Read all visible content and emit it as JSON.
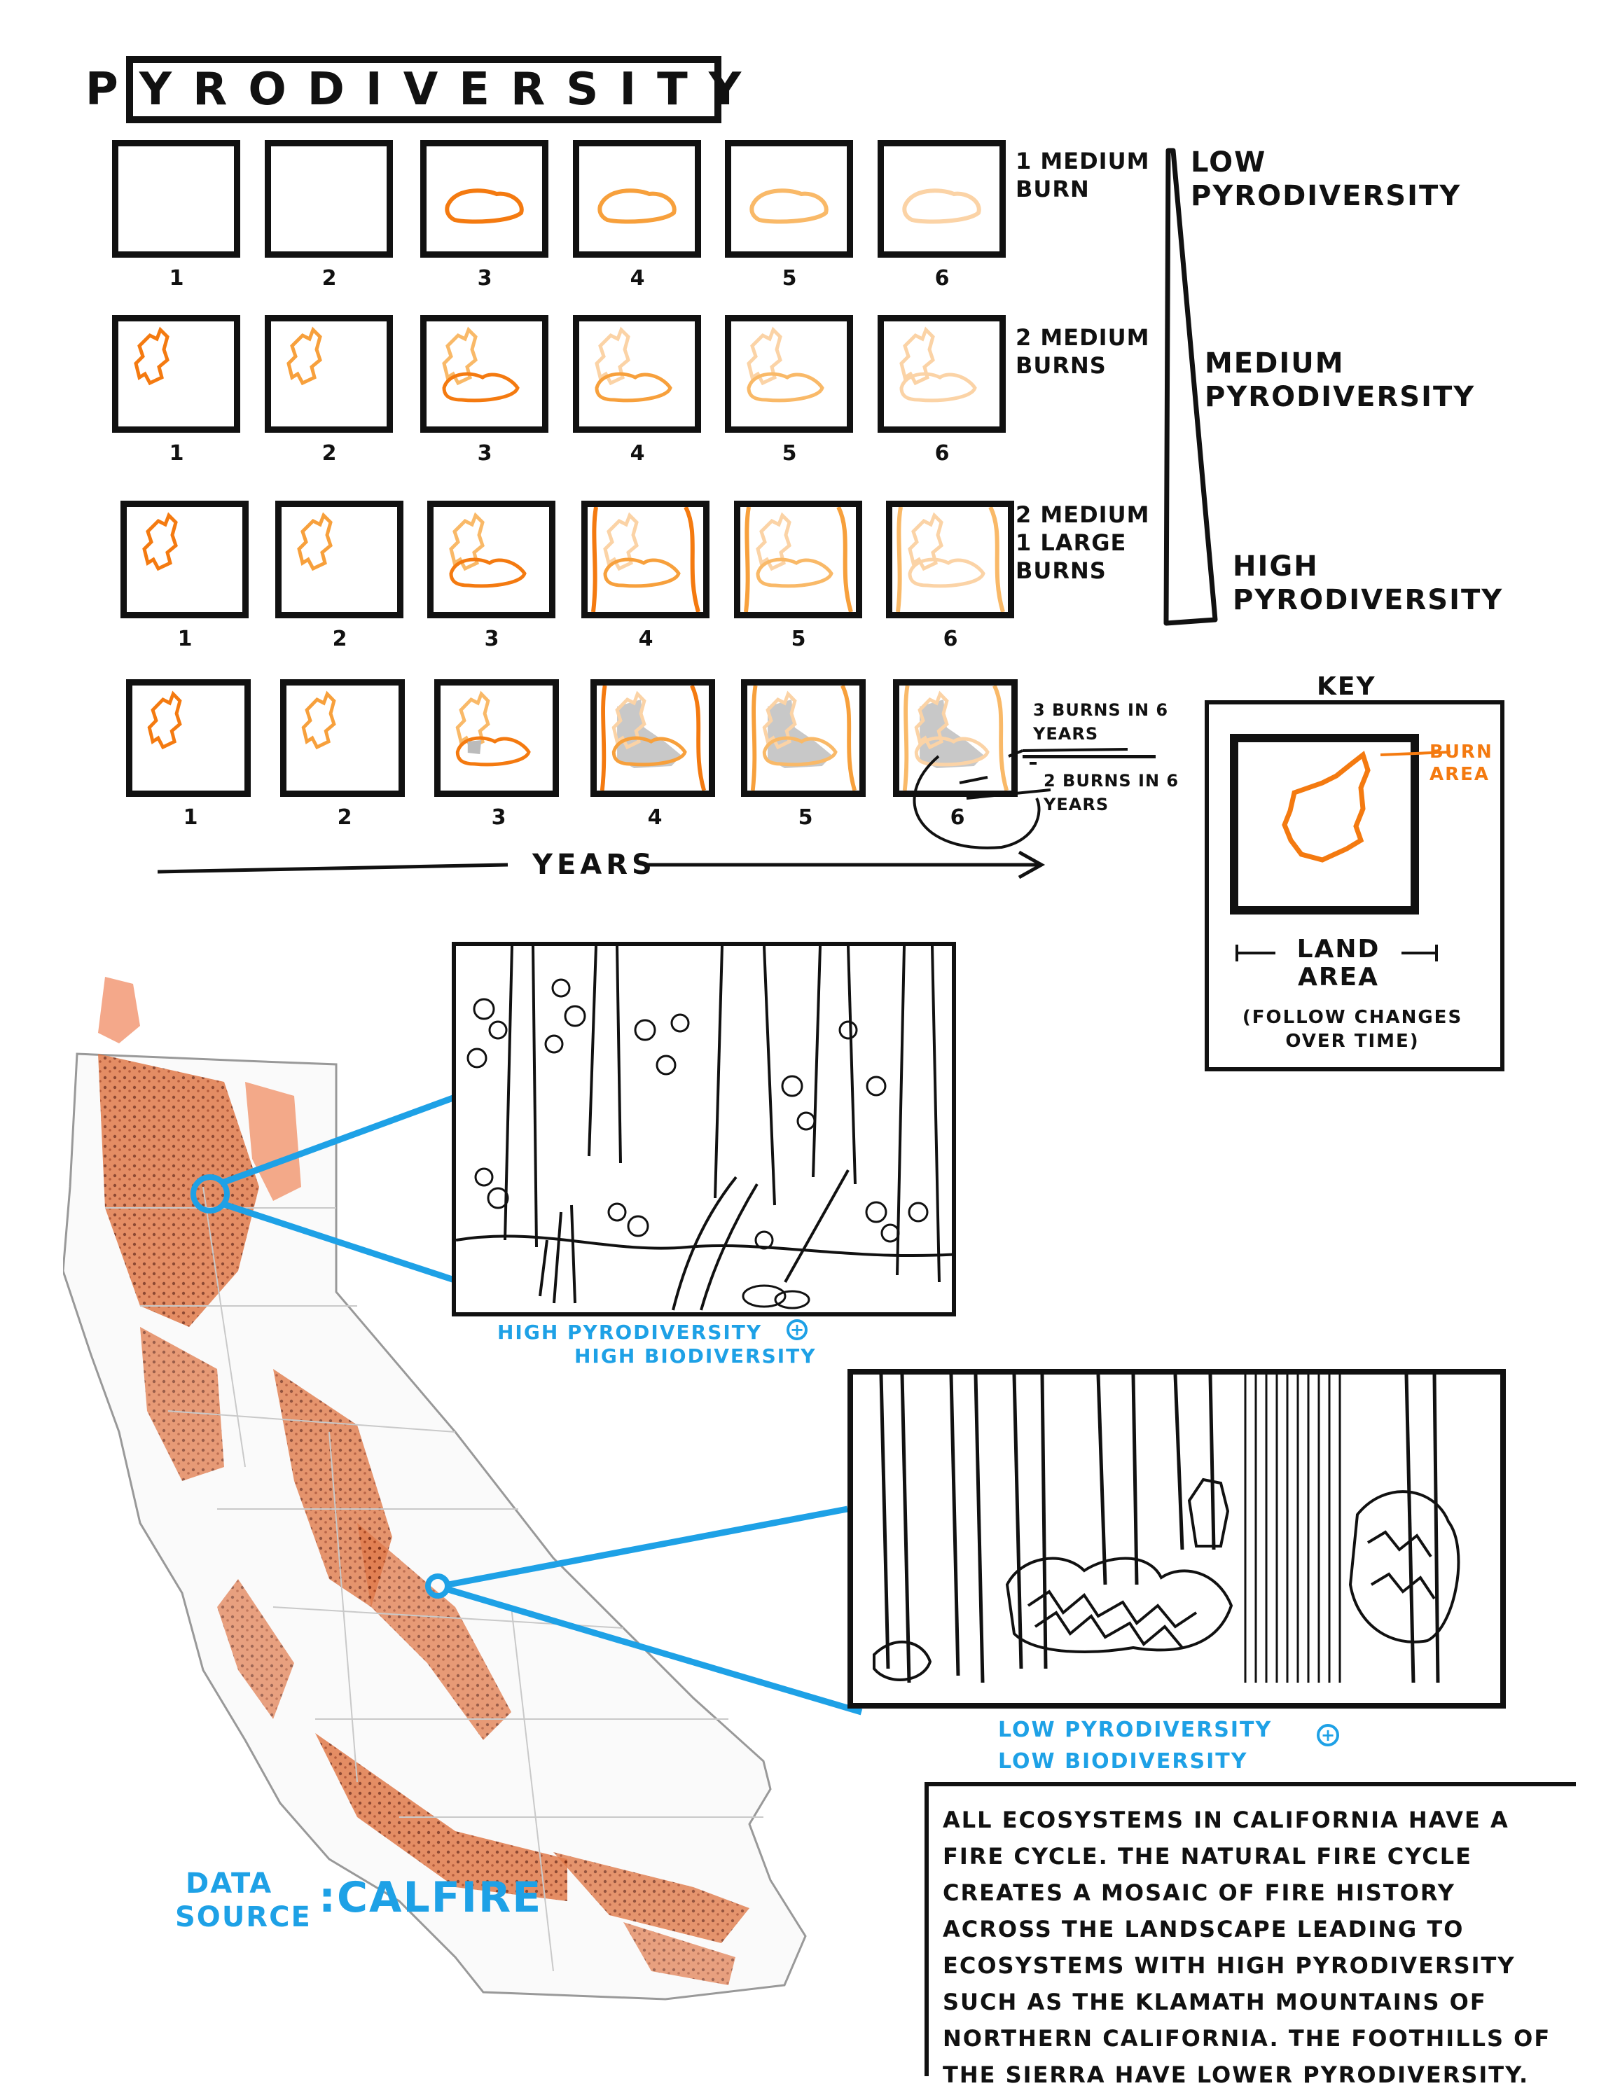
{
  "title": "PYRODIVERSITY",
  "rows": [
    {
      "label": "1 MEDIUM BURN",
      "numbers": [
        "1",
        "2",
        "3",
        "4",
        "5",
        "6"
      ]
    },
    {
      "label": "2 MEDIUM BURNS",
      "numbers": [
        "1",
        "2",
        "3",
        "4",
        "5",
        "6"
      ]
    },
    {
      "label": "2 MEDIUM 1 LARGE BURNS",
      "numbers": [
        "1",
        "2",
        "3",
        "4",
        "5",
        "6"
      ]
    },
    {
      "label": "",
      "numbers": [
        "1",
        "2",
        "3",
        "4",
        "5",
        "6"
      ]
    }
  ],
  "row4_annotations": {
    "three_burns": "3 BURNS IN 6 YEARS",
    "two_burns": "2 BURNS IN 6 YEARS"
  },
  "axis_label": "YEARS",
  "scale": {
    "low": "LOW PYRODIVERSITY",
    "medium": "MEDIUM PYRODIVERSITY",
    "high": "HIGH PYRODIVERSITY"
  },
  "key": {
    "title": "KEY",
    "burn_area": "BURN AREA",
    "land_area": "LAND AREA",
    "note": "(FOLLOW CHANGES OVER TIME)"
  },
  "callouts": {
    "high": {
      "line1": "HIGH PYRODIVERSITY",
      "line2": "HIGH BIODIVERSITY"
    },
    "low": {
      "line1": "LOW PYRODIVERSITY",
      "line2": "LOW BIODIVERSITY"
    }
  },
  "data_source": {
    "label1": "DATA",
    "label2": "SOURCE",
    "value": ":CALFIRE"
  },
  "description": "ALL ECOSYSTEMS IN CALIFORNIA HAVE A FIRE CYCLE. THE NATURAL FIRE CYCLE CREATES A MOSAIC OF FIRE HISTORY ACROSS THE LANDSCAPE LEADING TO ECOSYSTEMS WITH HIGH PYRODIVERSITY SUCH AS THE KLAMATH MOUNTAINS OF NORTHERN CALIFORNIA. THE FOOTHILLS OF THE SIERRA HAVE LOWER PYRODIVERSITY.",
  "colors": {
    "burn": "#f47a10",
    "burn_faded": "#f9c9a0",
    "accent": "#1ea1e6",
    "map_fire": "#d4531c"
  }
}
